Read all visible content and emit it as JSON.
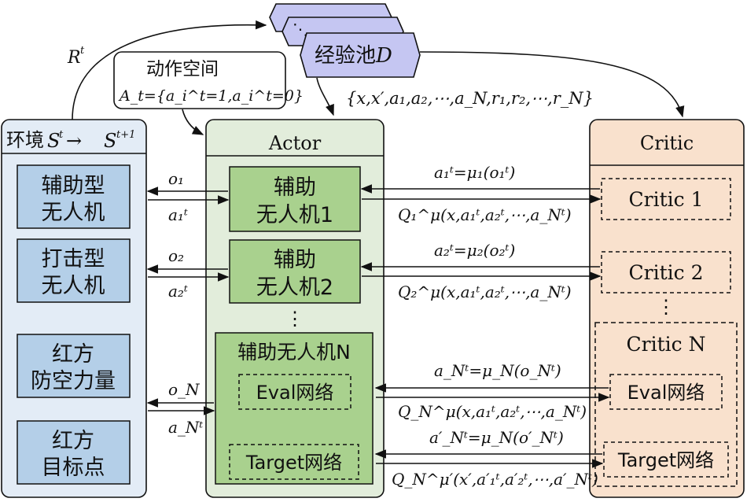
{
  "reward_label": "R",
  "reward_sup": "t",
  "replay_buffer": {
    "label": "经验池",
    "symbol": "D"
  },
  "transition_tuple": "{x,x′,a₁,a₂,⋯,a_N,r₁,r₂,⋯,r_N}",
  "action_space": {
    "title": "动作空间",
    "formula": "A_t={a_i^t=1,a_i^t=0}"
  },
  "environment": {
    "title": "环境",
    "state_text": "S",
    "state_sup": "t",
    "arrow": "→",
    "next_state_text": "S",
    "next_state_sup": "t+1",
    "entities": [
      {
        "line1": "辅助型",
        "line2": "无人机"
      },
      {
        "line1": "打击型",
        "line2": "无人机"
      },
      {
        "line1": "红方",
        "line2": "防空力量"
      },
      {
        "line1": "红方",
        "line2": "目标点"
      }
    ]
  },
  "actor": {
    "title": "Actor",
    "agents": [
      {
        "line1": "辅助",
        "line2": "无人机1"
      },
      {
        "line1": "辅助",
        "line2": "无人机2"
      }
    ],
    "dots": "⋮",
    "agent_n": {
      "title": "辅助无人机N",
      "eval": "Eval网络",
      "target": "Target网络"
    }
  },
  "critic": {
    "title": "Critic",
    "critics": [
      "Critic 1",
      "Critic 2"
    ],
    "dots": "⋮",
    "critic_n": {
      "title": "Critic N",
      "eval": "Eval网络",
      "target": "Target网络"
    }
  },
  "env_links": [
    {
      "obs": "o₁",
      "act": "a₁ᵗ"
    },
    {
      "obs": "o₂",
      "act": "a₂ᵗ"
    },
    {
      "obs": "o_N",
      "act": "a_Nᵗ"
    }
  ],
  "critic_links": [
    {
      "top": "a₁ᵗ=μ₁(o₁ᵗ)",
      "bottom": "Q₁^μ(x,a₁ᵗ,a₂ᵗ,⋯,a_Nᵗ)"
    },
    {
      "top": "a₂ᵗ=μ₂(o₂ᵗ)",
      "bottom": "Q₂^μ(x,a₁ᵗ,a₂ᵗ,⋯,a_Nᵗ)"
    },
    {
      "top": "a_Nᵗ=μ_N(o_Nᵗ)",
      "bottom": "Q_N^μ(x,a₁ᵗ,a₂ᵗ,⋯,a_Nᵗ)"
    },
    {
      "top": "a′_Nᵗ=μ_N(o′_Nᵗ)",
      "bottom": "Q_N^μ′(x′,a′₁ᵗ,a′₂ᵗ,⋯,a′_Nᵗ)"
    }
  ],
  "colors": {
    "env_bg": "#e3ecf6",
    "env_box": "#b4cfe8",
    "actor_bg": "#e2eddb",
    "actor_box": "#a9d18e",
    "critic_bg": "#f9e1cd",
    "buffer": "#c5c6f2"
  }
}
